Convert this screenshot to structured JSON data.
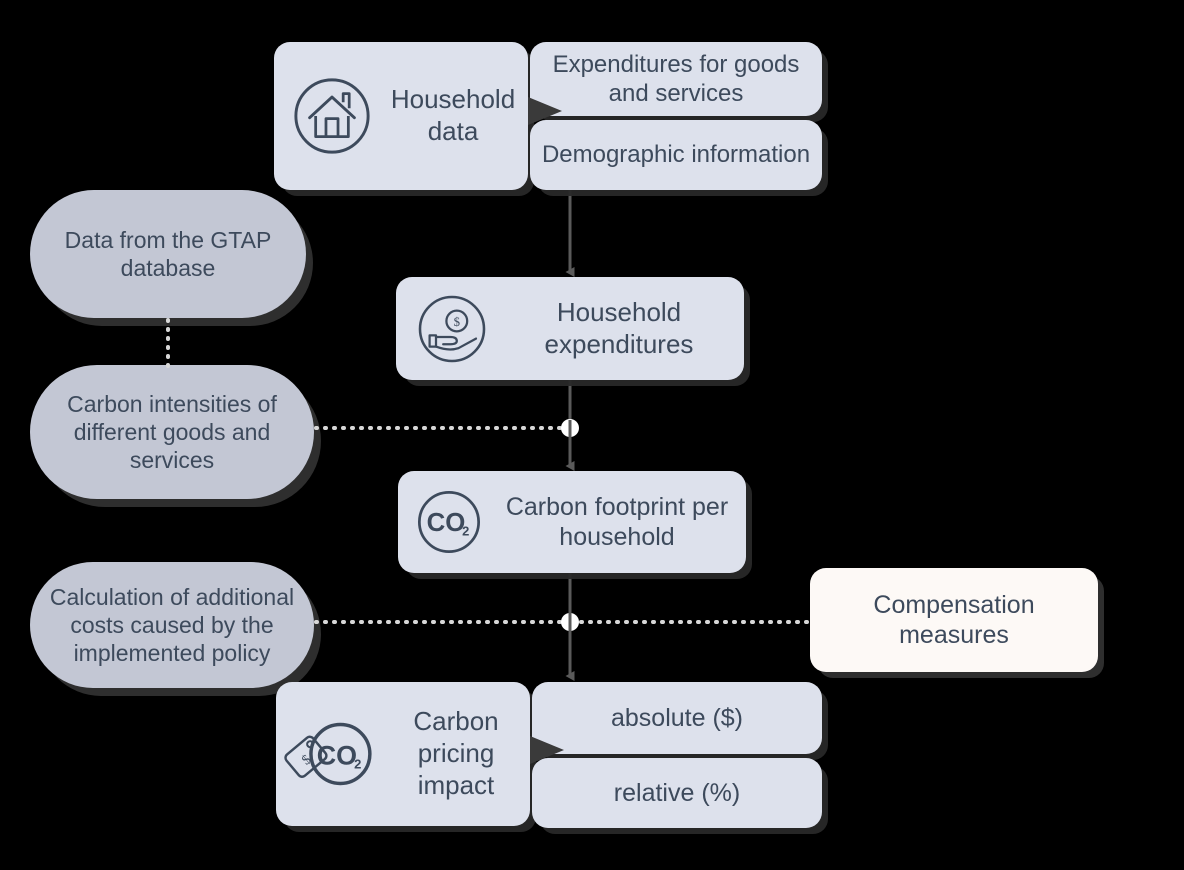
{
  "diagram": {
    "title": "Carbon pricing impact on households — methodology flow",
    "background_color": "#000000",
    "card_fill": "#dde1ec",
    "pill_fill": "#c3c7d4",
    "cream_fill": "#fdf9f6",
    "text_color": "#3d4a5c",
    "connector_color": "#5a5a5a"
  },
  "nodes": {
    "household_data": {
      "label": "Household\ndata",
      "icon": "house-icon"
    },
    "expenditures_goods": {
      "label": "Expenditures for goods\nand services"
    },
    "demographic_info": {
      "label": "Demographic information"
    },
    "gtap_data": {
      "label": "Data from the GTAP\ndatabase"
    },
    "carbon_intensities": {
      "label": "Carbon intensities of\ndifferent goods and\nservices"
    },
    "additional_costs": {
      "label": "Calculation of additional\ncosts caused by the\nimplemented policy"
    },
    "household_expenditures": {
      "label": "Household\nexpenditures",
      "icon": "hand-holding-dollar-icon"
    },
    "carbon_footprint": {
      "label": "Carbon footprint per\nhousehold",
      "icon": "co2-circle-icon"
    },
    "compensation_measures": {
      "label": "Compensation\nmeasures"
    },
    "carbon_pricing_impact": {
      "label": "Carbon\npricing\nimpact",
      "icon": "co2-price-tag-icon"
    },
    "absolute_result": {
      "label": "absolute ($)"
    },
    "relative_result": {
      "label": "relative (%)"
    }
  }
}
